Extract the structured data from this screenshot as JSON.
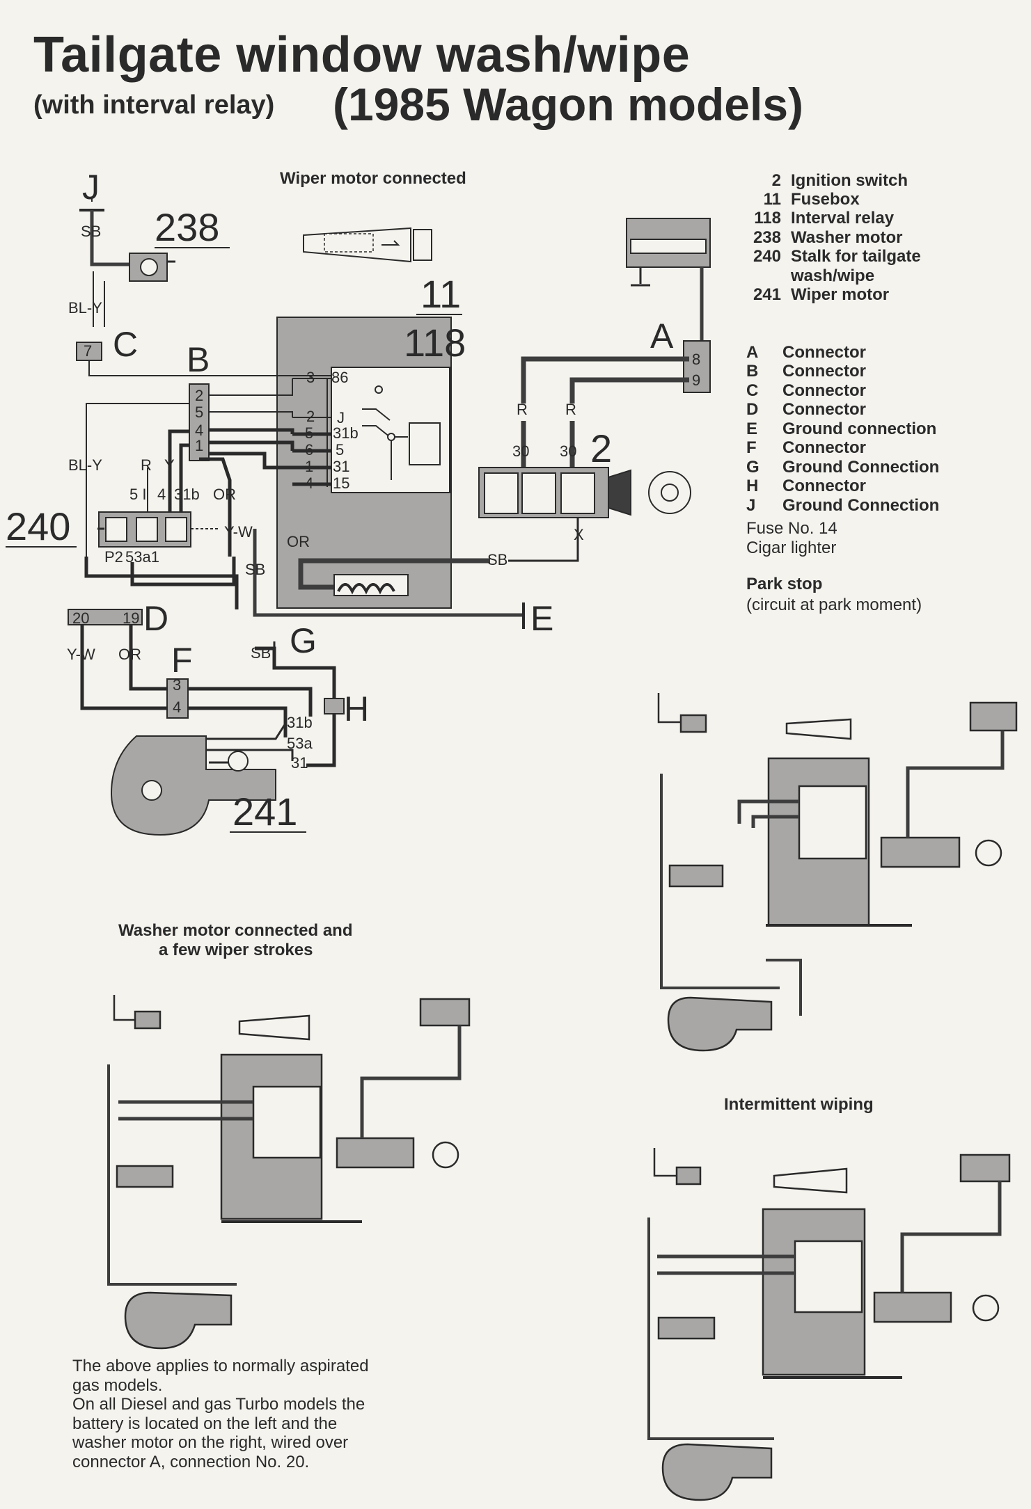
{
  "title": {
    "line1": "Tailgate window wash/wipe",
    "line2a": "(with interval relay)",
    "line2b": "(1985 Wagon models)"
  },
  "captions": {
    "main": "Wiper motor connected",
    "washer": "Washer motor connected and",
    "washer2": "a few wiper strokes",
    "intermittent": "Intermittent wiping"
  },
  "legend_components": [
    {
      "code": "2",
      "desc": "Ignition switch"
    },
    {
      "code": "11",
      "desc": "Fusebox"
    },
    {
      "code": "118",
      "desc": "Interval relay"
    },
    {
      "code": "238",
      "desc": "Washer motor"
    },
    {
      "code": "240",
      "desc": "Stalk for tailgate"
    },
    {
      "code": "",
      "desc": "wash/wipe"
    },
    {
      "code": "241",
      "desc": "Wiper motor"
    }
  ],
  "legend_connectors": [
    {
      "code": "A",
      "desc": "Connector"
    },
    {
      "code": "B",
      "desc": "Connector"
    },
    {
      "code": "C",
      "desc": "Connector"
    },
    {
      "code": "D",
      "desc": "Connector"
    },
    {
      "code": "E",
      "desc": "Ground connection"
    },
    {
      "code": "F",
      "desc": "Connector"
    },
    {
      "code": "G",
      "desc": "Ground Connection"
    },
    {
      "code": "H",
      "desc": "Connector"
    },
    {
      "code": "J",
      "desc": "Ground Connection"
    }
  ],
  "legend_notes": {
    "fuse": "Fuse No. 14",
    "cigar": "Cigar lighter",
    "park_title": "Park stop",
    "park_desc": "(circuit at park moment)"
  },
  "footnote": [
    "The above applies to normally aspirated",
    "gas models.",
    "On all Diesel and gas Turbo models the",
    "battery is located on the left and the",
    "washer motor on the right, wired over",
    "connector A, connection No. 20."
  ],
  "diagram_labels": {
    "c238": "238",
    "c11": "11",
    "c118": "118",
    "c2": "2",
    "c240": "240",
    "c241": "241",
    "J": "J",
    "C": "C",
    "B": "B",
    "A": "A",
    "D": "D",
    "E": "E",
    "F": "F",
    "G": "G",
    "H": "H",
    "SB": "SB",
    "BLY": "BL-Y",
    "R": "R",
    "Y": "Y",
    "OR": "OR",
    "YW": "Y-W",
    "X": "X",
    "t30": "30",
    "t86": "86",
    "t31b": "31b",
    "t5": "5",
    "t31": "31",
    "t15": "15",
    "t53a": "53a",
    "t53a1": "53a1",
    "tP2": "P2",
    "tJ": "J",
    "t51": "5 I",
    "t4": "4",
    "t20": "20",
    "t19": "19",
    "t7": "7",
    "t8": "8",
    "t9": "9",
    "n3": "3",
    "n2": "2",
    "n5": "5",
    "n6": "6",
    "n1": "1",
    "n4": "4"
  },
  "colors": {
    "ink": "#2a2a2a",
    "paper": "#f4f3ee",
    "fusebox_fill": "#a8a7a5",
    "wire": "#3d3d3d"
  }
}
